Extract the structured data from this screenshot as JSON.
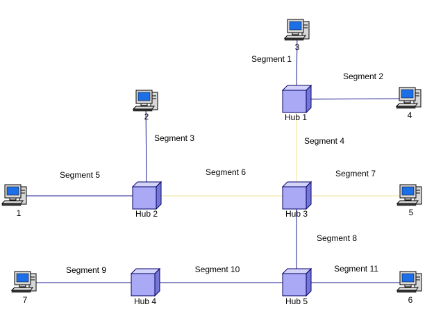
{
  "colors": {
    "background": "#ffffff",
    "hub_front": "#a9a9f5",
    "hub_top": "#d4d4fa",
    "hub_side": "#7676d6",
    "hub_outline": "#000066",
    "line_dark": "#1a1a8c",
    "line_yellow": "#f2e08c",
    "monitor_screen": "#1c6fe6",
    "computer_body": "#d8d8d8",
    "computer_outline": "#000000"
  },
  "hubs": [
    {
      "id": "hub1",
      "label": "Hub 1"
    },
    {
      "id": "hub2",
      "label": "Hub 2"
    },
    {
      "id": "hub3",
      "label": "Hub 3"
    },
    {
      "id": "hub4",
      "label": "Hub 4"
    },
    {
      "id": "hub5",
      "label": "Hub 5"
    }
  ],
  "computers": [
    {
      "id": "pc1",
      "label": "1",
      "icon": "computer-icon"
    },
    {
      "id": "pc2",
      "label": "2",
      "icon": "computer-icon"
    },
    {
      "id": "pc3",
      "label": "3",
      "icon": "computer-icon"
    },
    {
      "id": "pc4",
      "label": "4",
      "icon": "computer-icon"
    },
    {
      "id": "pc5",
      "label": "5",
      "icon": "computer-icon"
    },
    {
      "id": "pc6",
      "label": "6",
      "icon": "computer-icon"
    },
    {
      "id": "pc7",
      "label": "7",
      "icon": "computer-icon"
    }
  ],
  "segments": [
    {
      "id": "seg1",
      "label": "Segment 1",
      "from": "pc3",
      "to": "hub1",
      "style": "dark"
    },
    {
      "id": "seg2",
      "label": "Segment 2",
      "from": "hub1",
      "to": "pc4",
      "style": "dark"
    },
    {
      "id": "seg3",
      "label": "Segment 3",
      "from": "pc2",
      "to": "hub2",
      "style": "dark"
    },
    {
      "id": "seg4",
      "label": "Segment 4",
      "from": "hub1",
      "to": "hub3",
      "style": "yellow"
    },
    {
      "id": "seg5",
      "label": "Segment 5",
      "from": "pc1",
      "to": "hub2",
      "style": "dark"
    },
    {
      "id": "seg6",
      "label": "Segment 6",
      "from": "hub2",
      "to": "hub3",
      "style": "yellow"
    },
    {
      "id": "seg7",
      "label": "Segment 7",
      "from": "hub3",
      "to": "pc5",
      "style": "yellow"
    },
    {
      "id": "seg8",
      "label": "Segment 8",
      "from": "hub3",
      "to": "hub5",
      "style": "dark"
    },
    {
      "id": "seg9",
      "label": "Segment 9",
      "from": "pc7",
      "to": "hub4",
      "style": "dark"
    },
    {
      "id": "seg10",
      "label": "Segment 10",
      "from": "hub4",
      "to": "hub5",
      "style": "dark"
    },
    {
      "id": "seg11",
      "label": "Segment 11",
      "from": "hub5",
      "to": "pc6",
      "style": "dark"
    }
  ]
}
